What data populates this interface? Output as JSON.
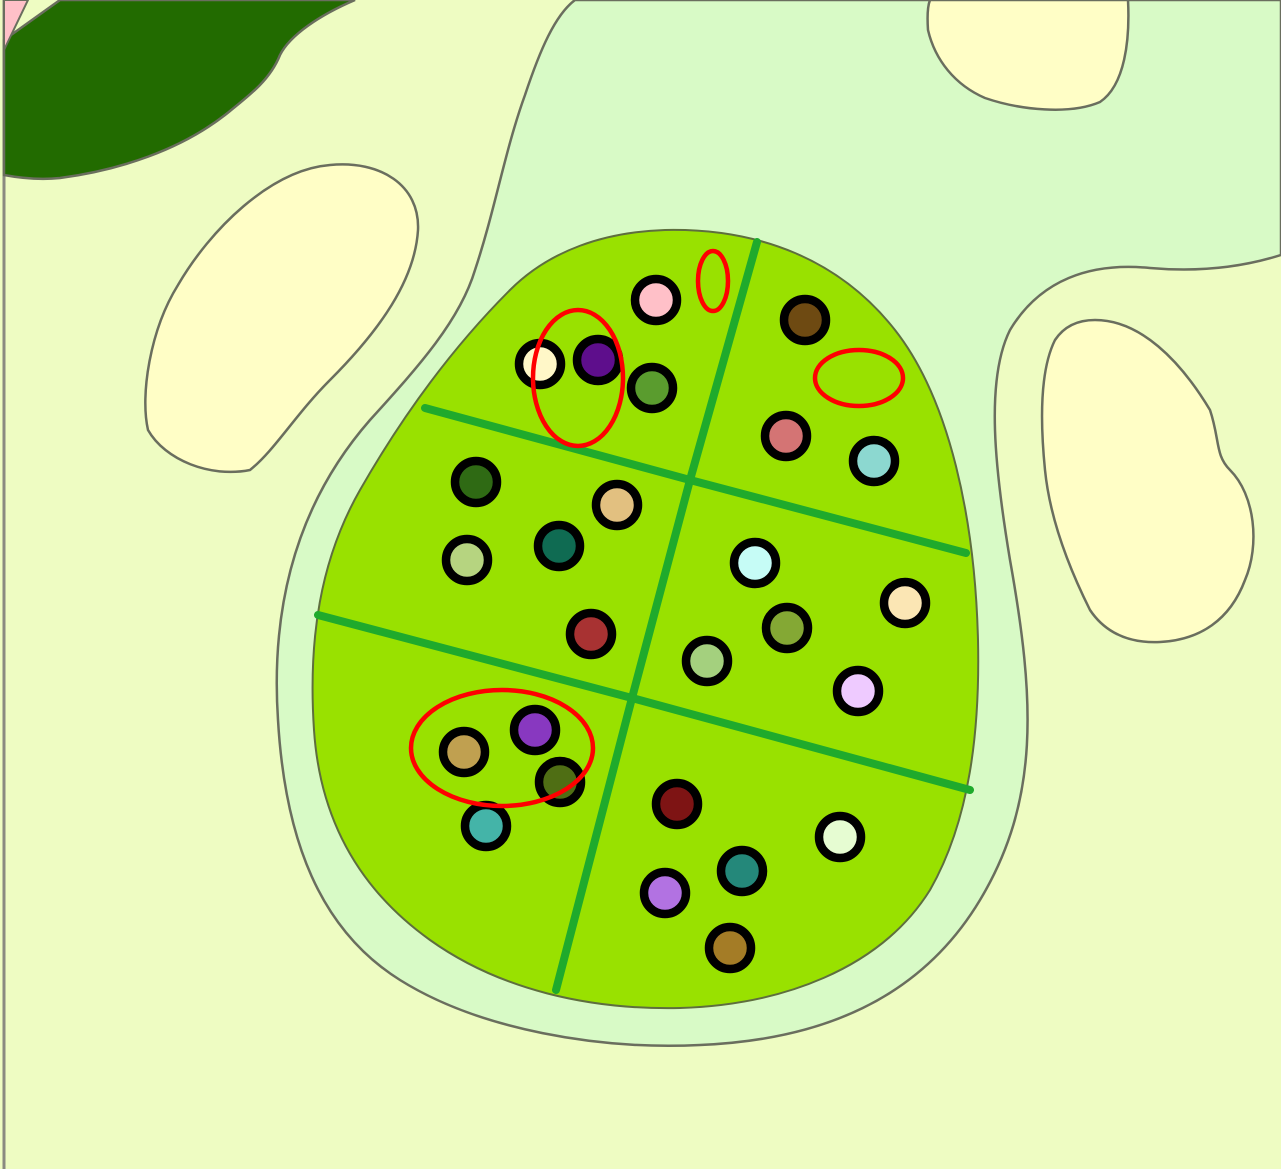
{
  "palette": {
    "background": "#eefcc2",
    "river": "#d8fac6",
    "lake": "#fffec6",
    "forest": "#226b00",
    "corner_pink": "#ffc0c8",
    "field": "#99e100",
    "field_lines": "#1faa2c",
    "marker": "#ff0000"
  },
  "tokens": [
    {
      "color": "#ffc0c8"
    },
    {
      "color": "#6e4a12"
    },
    {
      "color": "#fff7c8"
    },
    {
      "color": "#5e0e8c"
    },
    {
      "color": "#5a9c2e"
    },
    {
      "color": "#d47474"
    },
    {
      "color": "#8cd8d0"
    },
    {
      "color": "#2f6a14"
    },
    {
      "color": "#e2c080"
    },
    {
      "color": "#b6d480"
    },
    {
      "color": "#0f6b52"
    },
    {
      "color": "#c6fcf6"
    },
    {
      "color": "#fbe6b4"
    },
    {
      "color": "#a83232"
    },
    {
      "color": "#84a834"
    },
    {
      "color": "#a4d07e"
    },
    {
      "color": "#eecaff"
    },
    {
      "color": "#c0a050"
    },
    {
      "color": "#8838c0"
    },
    {
      "color": "#4f6e14"
    },
    {
      "color": "#44b4a8"
    },
    {
      "color": "#7e1414"
    },
    {
      "color": "#e6fcd2"
    },
    {
      "color": "#24887a"
    },
    {
      "color": "#b272e2"
    },
    {
      "color": "#a47c26"
    }
  ],
  "markers": [
    {
      "id": "marker-top-small"
    },
    {
      "id": "marker-pair-upper-left"
    },
    {
      "id": "marker-empty-right"
    },
    {
      "id": "marker-trio-lower-left"
    }
  ]
}
